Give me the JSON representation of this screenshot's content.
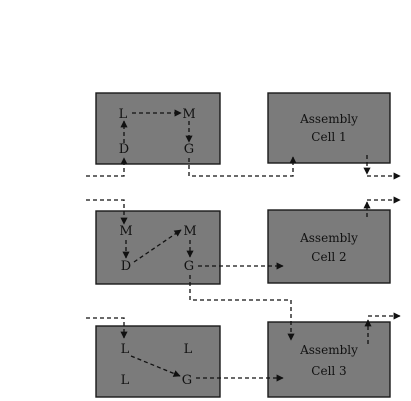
{
  "colors": {
    "background": "#ffffff",
    "block_fill": "#7b7b7b",
    "block_stroke": "#1a1a1a",
    "arrow": "#111111"
  },
  "cells": {
    "top_left": {
      "top": [
        "L",
        "M"
      ],
      "bottom": [
        "D",
        "G"
      ]
    },
    "mid_left": {
      "top": [
        "M",
        "M"
      ],
      "bottom": [
        "D",
        "G"
      ]
    },
    "bot_left": {
      "top": [
        "L",
        "L"
      ],
      "bottom": [
        "L",
        "G"
      ]
    },
    "assembly1": [
      "Assembly",
      "Cell 1"
    ],
    "assembly2": [
      "Assembly",
      "Cell 2"
    ],
    "assembly3": [
      "Assembly",
      "Cell 3"
    ]
  }
}
